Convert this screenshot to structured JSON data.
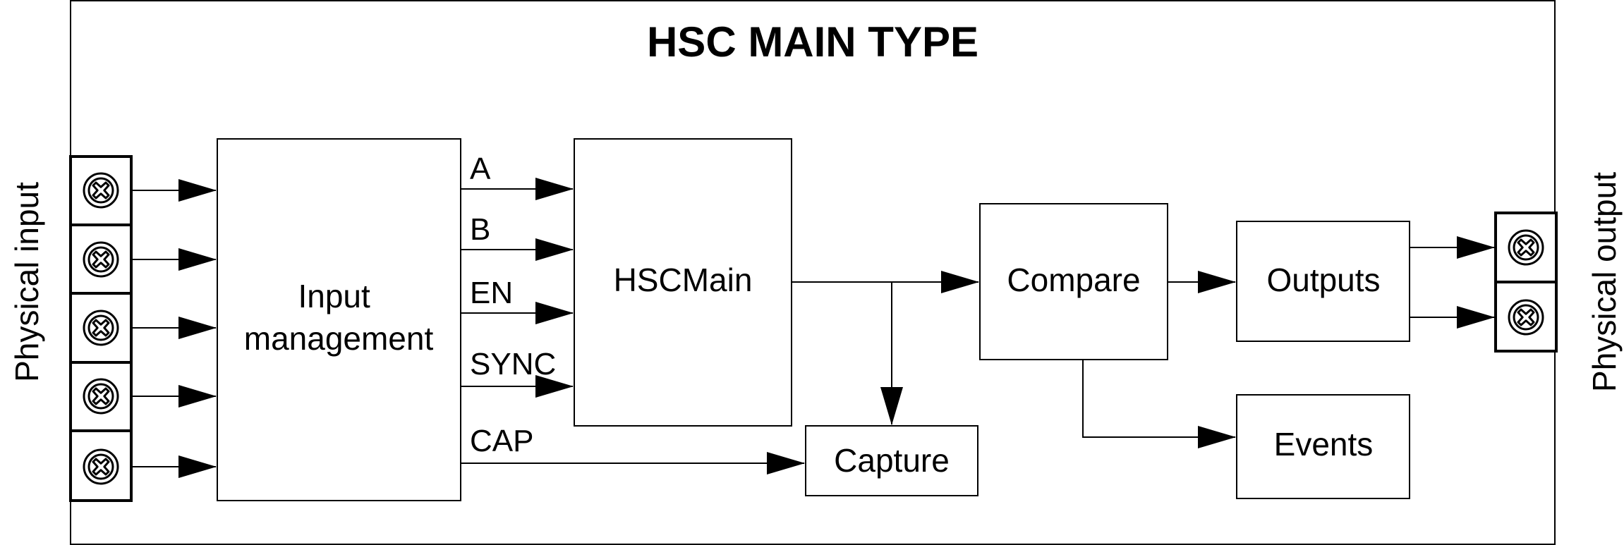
{
  "title": "HSC MAIN TYPE",
  "side_labels": {
    "left": "Physical input",
    "right": "Physical output"
  },
  "blocks": {
    "input_management": [
      "Input",
      "management"
    ],
    "hscmain": "HSCMain",
    "capture": "Capture",
    "compare": "Compare",
    "outputs": "Outputs",
    "events": "Events"
  },
  "signals": [
    "A",
    "B",
    "EN",
    "SYNC",
    "CAP"
  ],
  "icons": {
    "terminal": "screw-terminal-icon"
  }
}
